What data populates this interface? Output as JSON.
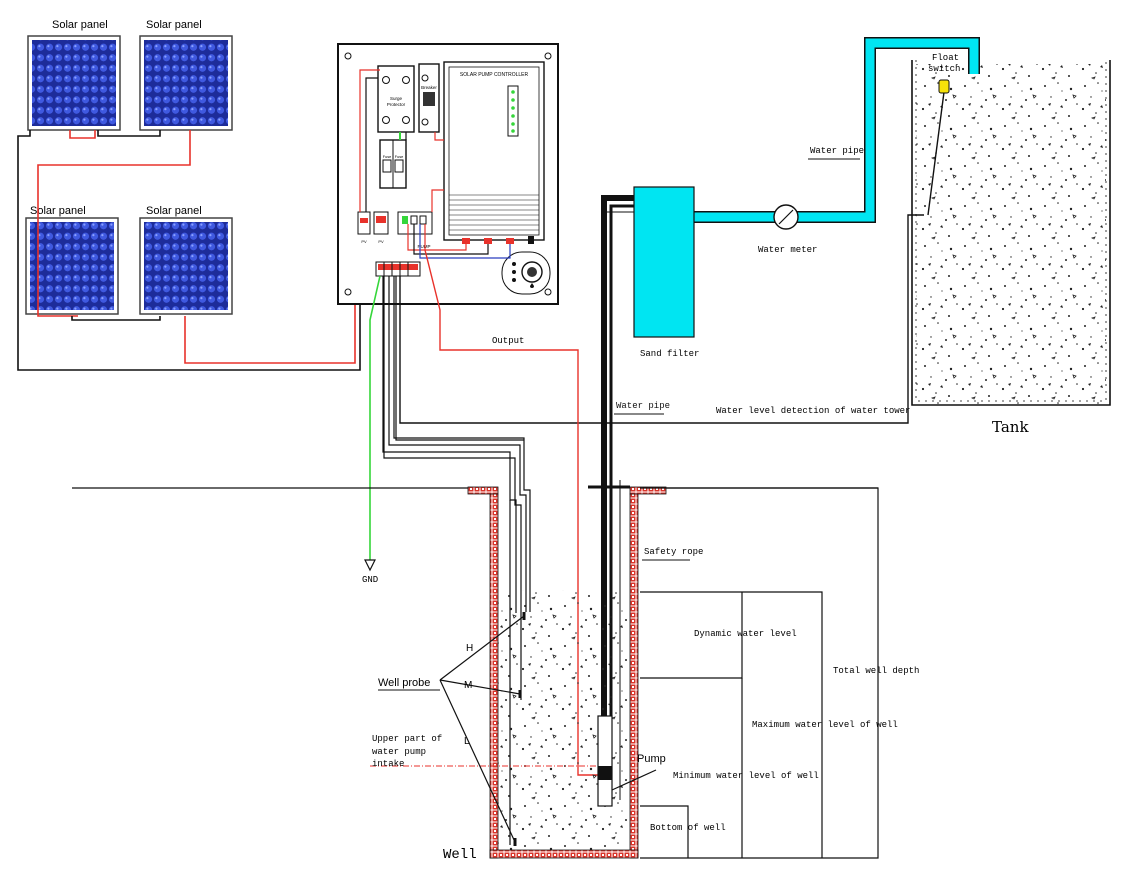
{
  "panels": {
    "label": "Solar panel"
  },
  "controller": {
    "title": "SOLAR PUMP CONTROLLER",
    "surge_label_1": "Surge",
    "surge_label_2": "Protector",
    "breaker_label": "Breaker",
    "fuse_label": "Fuse",
    "pv_label": "PV",
    "pump_label": "PUMP"
  },
  "labels": {
    "float_switch_1": "Float",
    "float_switch_2": "switch",
    "water_pipe_top": "Water pipe",
    "water_meter": "Water meter",
    "sand_filter": "Sand filter",
    "output": "Output",
    "water_pipe_mid": "Water pipe",
    "water_level_detection": "Water level detection of water tower",
    "tank": "Tank",
    "gnd": "GND",
    "safety_rope": "Safety rope",
    "dynamic_level": "Dynamic water level",
    "total_depth": "Total well depth",
    "max_level": "Maximum water level of well",
    "min_level": "Minimum water level of well",
    "bottom": "Bottom of well",
    "pump": "Pump",
    "well_probe": "Well probe",
    "probe_h": "H",
    "probe_m": "M",
    "probe_l": "L",
    "intake_1": "Upper part of",
    "intake_2": "water pump",
    "intake_3": "intake",
    "well": "Well"
  },
  "colors": {
    "water": "#00e5f2",
    "panel_cell": "#2a3fbf",
    "wire_red": "#e8322b",
    "wire_green": "#35d63a",
    "wire_black": "#111111",
    "brick": "#d9342b"
  }
}
